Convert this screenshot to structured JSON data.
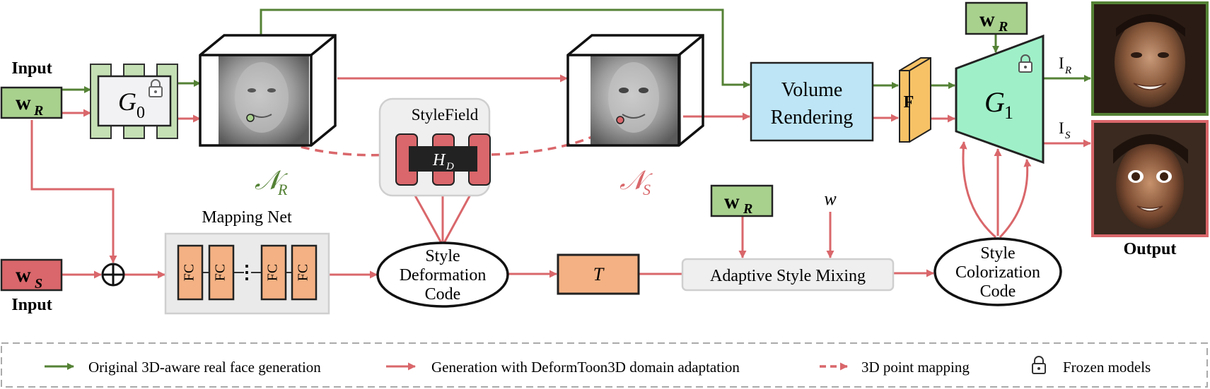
{
  "inputs": {
    "top_label": "Input",
    "wr_main": "w",
    "wr_sub": "R",
    "bottom_label": "Input",
    "ws_main": "w",
    "ws_sub": "S"
  },
  "generator0": {
    "label": "G",
    "sub": "0"
  },
  "volumes": {
    "real": {
      "label": "𝒩",
      "sub": "R"
    },
    "style": {
      "label": "𝒩",
      "sub": "S"
    }
  },
  "stylefield": {
    "title": "StyleField",
    "network_label": "H",
    "network_sub": "D"
  },
  "volume_rendering": {
    "line1": "Volume",
    "line2": "Rendering"
  },
  "feature": {
    "label": "F"
  },
  "generator1": {
    "label": "G",
    "sub": "1"
  },
  "wr_top": {
    "main": "w",
    "sub": "R"
  },
  "wr_mid": {
    "main": "w",
    "sub": "R"
  },
  "outputs": {
    "ir_main": "I",
    "ir_sub": "R",
    "is_main": "I",
    "is_sub": "S",
    "label": "Output"
  },
  "mapping_net": {
    "title": "Mapping Net",
    "fc": [
      "FC",
      "FC",
      "FC",
      "FC"
    ],
    "dots": "⋮"
  },
  "style_deformation_code": [
    "Style",
    "Deformation",
    "Code"
  ],
  "transform": {
    "label": "T"
  },
  "adaptive_style_mixing": {
    "label": "Adaptive Style Mixing"
  },
  "w_symbol": "w",
  "style_colorization_code": [
    "Style",
    "Colorization",
    "Code"
  ],
  "legend": {
    "items": [
      {
        "label": "Original 3D-aware real face generation",
        "icon": "green-solid-arrow"
      },
      {
        "label": "Generation with DeformToon3D domain adaptation",
        "icon": "red-solid-arrow"
      },
      {
        "label": "3D point mapping",
        "icon": "red-dashed-arrow"
      },
      {
        "label": "Frozen models",
        "icon": "lock-icon"
      }
    ]
  },
  "colors": {
    "green": "#548235",
    "red": "#d9676b",
    "light_green": "#a9d18e",
    "green_fill": "#c5e0b4",
    "red_fill": "#d9676b",
    "blue_fill": "#bde5f5",
    "orange_fill": "#f4b183",
    "yellow_fill": "#f7c266",
    "mint_fill": "#9ff0c8",
    "gray_fill": "#efefef"
  }
}
